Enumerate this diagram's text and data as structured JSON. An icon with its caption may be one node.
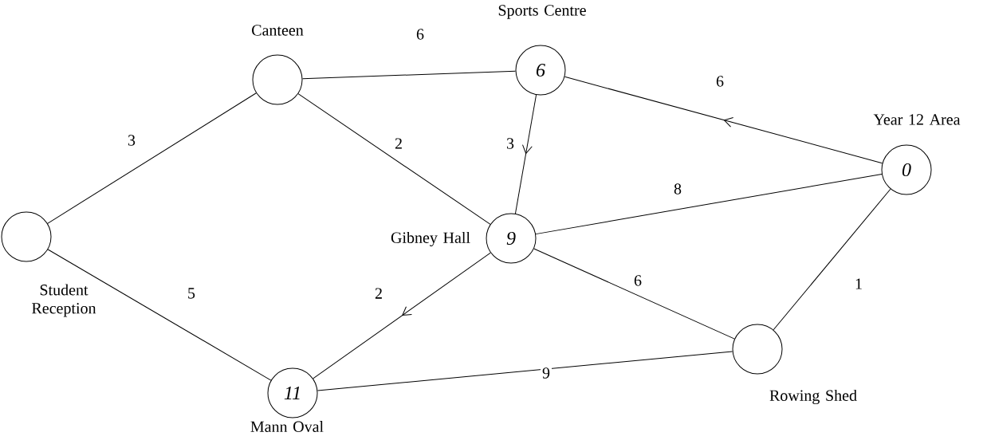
{
  "diagram": {
    "nodes": [
      {
        "text": [],
        "shape": "circle",
        "beside": [
          "Canteen"
        ]
      },
      {
        "text": [
          "6"
        ],
        "beside": [
          "Sports Centre"
        ]
      },
      {
        "text": [
          "0"
        ],
        "beside": [
          "Year 12 Area"
        ]
      },
      {
        "text": [],
        "shape": "circle",
        "beside": [
          "Student Reception"
        ]
      },
      {
        "text": [
          "9"
        ],
        "beside": [
          "Gibney Hall"
        ]
      },
      {
        "text": [
          "11"
        ],
        "beside": [
          "Mann Oval"
        ]
      },
      {
        "text": [],
        "shape": "circle",
        "beside": [
          "Rowing Shed"
        ]
      }
    ],
    "edges": [
      {
        "from": 0,
        "to": 1,
        "arrow": "none",
        "label": "6"
      },
      {
        "from": 2,
        "to": 1,
        "arrow": "to",
        "label": "6"
      },
      {
        "from": 0,
        "to": 3,
        "arrow": "none",
        "label": "3"
      },
      {
        "from": 0,
        "to": 4,
        "arrow": "none",
        "label": "2"
      },
      {
        "from": 1,
        "to": 4,
        "arrow": "to",
        "label": "3"
      },
      {
        "from": 4,
        "to": 2,
        "arrow": "none",
        "label": "8"
      },
      {
        "from": 3,
        "to": 5,
        "arrow": "none",
        "label": "5"
      },
      {
        "from": 4,
        "to": 5,
        "arrow": "to",
        "label": "2"
      },
      {
        "from": 4,
        "to": 6,
        "arrow": "none",
        "label": "6"
      },
      {
        "from": 5,
        "to": 6,
        "arrow": "none",
        "label": "9"
      },
      {
        "from": 6,
        "to": 2,
        "arrow": "none",
        "label": "1"
      }
    ]
  }
}
